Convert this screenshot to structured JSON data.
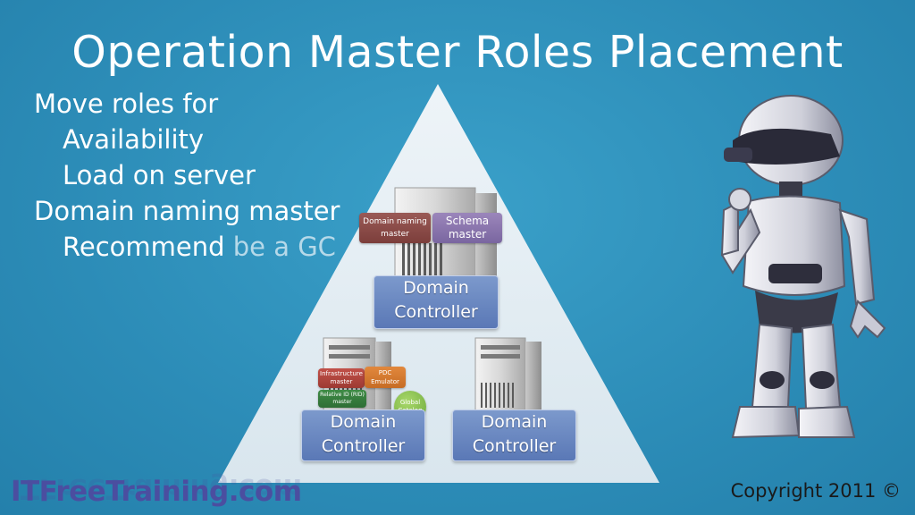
{
  "slide": {
    "title": "Operation Master Roles Placement",
    "bullets": [
      {
        "text": "Move roles for",
        "level": 0
      },
      {
        "text": "Availability",
        "level": 1
      },
      {
        "text": "Load on server",
        "level": 1
      },
      {
        "text": "Domain naming master",
        "level": 0
      },
      {
        "text_solid": "Recommend",
        "text_fading": "be a GC",
        "level": 1
      }
    ]
  },
  "diagram": {
    "top_server": {
      "label_line1": "Domain",
      "label_line2": "Controller",
      "roles": [
        "Domain naming master",
        "Schema master"
      ]
    },
    "left_server": {
      "label_line1": "Domain",
      "label_line2": "Controller",
      "roles": [
        "Infrastructure master",
        "PDC Emulator",
        "Relative ID (RID) master"
      ],
      "badge": "Global Catalog"
    },
    "right_server": {
      "label_line1": "Domain",
      "label_line2": "Controller"
    }
  },
  "footer": {
    "logo": "ITFreeTraining.com",
    "copyright": "Copyright 2011 ©"
  },
  "colors": {
    "background": "#2f8fba",
    "triangle": "#e3edf3",
    "dc_box": "#6b88c0",
    "logo": "#4b4ea0"
  },
  "icons": [
    "server-icon",
    "robot-mascot"
  ]
}
